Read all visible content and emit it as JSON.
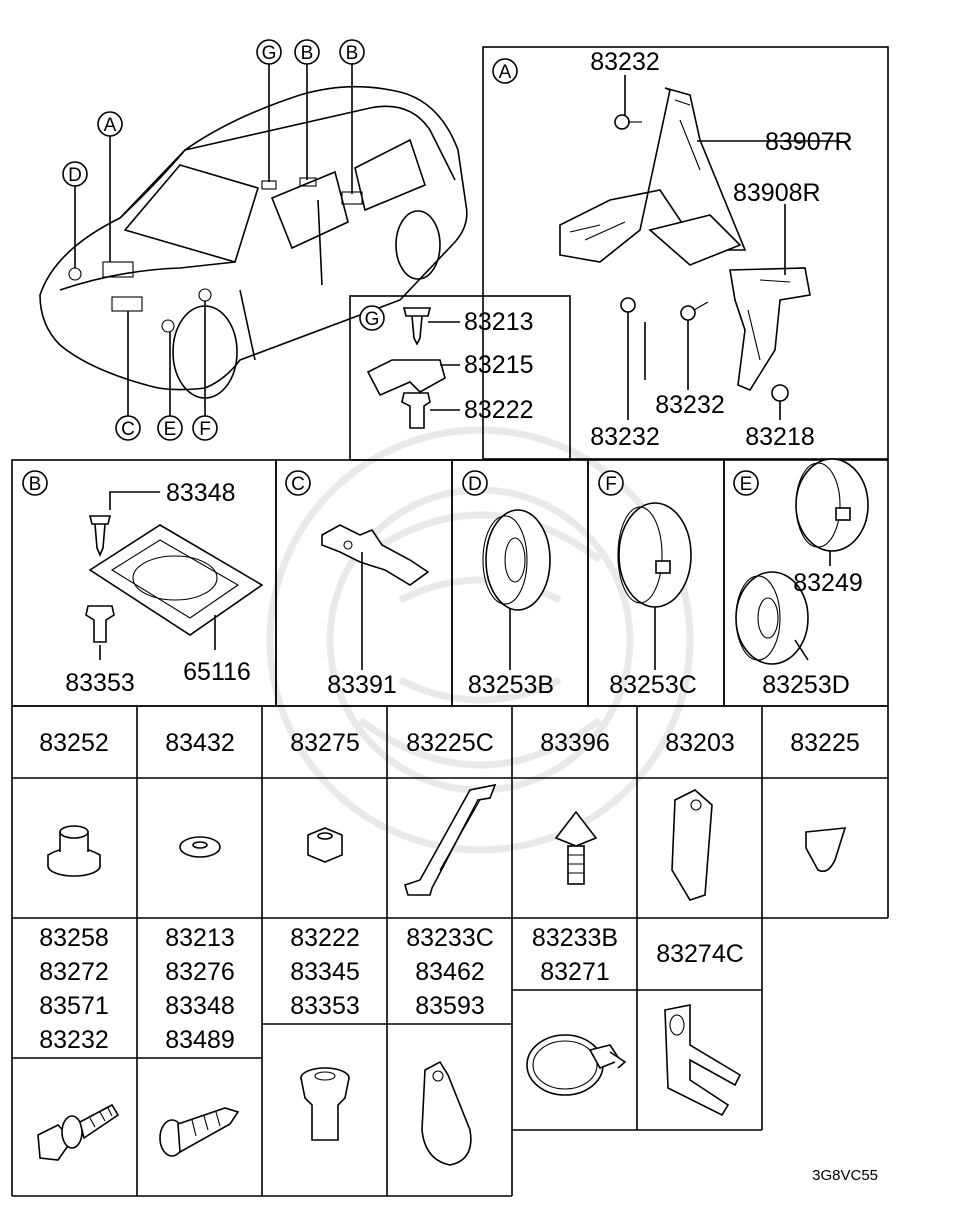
{
  "overview": {
    "callouts": [
      "G",
      "B",
      "B",
      "A",
      "D",
      "C",
      "E",
      "F"
    ]
  },
  "panel_a": {
    "letter": "A",
    "labels": [
      "83232",
      "83907R",
      "83908R",
      "83232",
      "83232",
      "83218"
    ]
  },
  "panel_g": {
    "letter": "G",
    "labels": [
      "83213",
      "83215",
      "83222"
    ]
  },
  "panel_b": {
    "letter": "B",
    "labels": [
      "83348",
      "83353",
      "65116"
    ]
  },
  "panel_c": {
    "letter": "C",
    "labels": [
      "83391"
    ]
  },
  "panel_d": {
    "letter": "D",
    "labels": [
      "83253B"
    ]
  },
  "panel_f": {
    "letter": "F",
    "labels": [
      "83253C"
    ]
  },
  "panel_e": {
    "letter": "E",
    "labels": [
      "83249",
      "83253D"
    ]
  },
  "table_row1": {
    "headers": [
      "83252",
      "83432",
      "83275",
      "83225C",
      "83396",
      "83203",
      "83225"
    ]
  },
  "table_row2": {
    "headers": [
      [
        "83258",
        "83272",
        "83571",
        "83232"
      ],
      [
        "83213",
        "83276",
        "83348",
        "83489"
      ],
      [
        "83222",
        "83345",
        "83353"
      ],
      [
        "83233C",
        "83462",
        "83593"
      ],
      [
        "83233B",
        "83271"
      ],
      [
        "83274C"
      ]
    ]
  },
  "diagram_code": "3G8VC55"
}
